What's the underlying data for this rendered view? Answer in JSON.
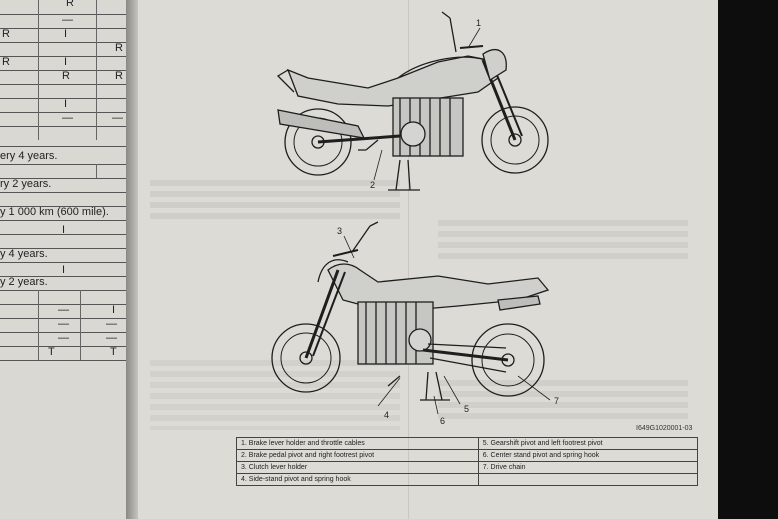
{
  "left_page": {
    "row_marks": [
      "R",
      "—",
      "I",
      "R",
      "R",
      "I",
      "I",
      "—",
      "—"
    ],
    "intervals": [
      "ery 4 years.",
      "ry 2 years.",
      "y 1 000 km (600 mile).",
      "y 4 years.",
      "y 2 years."
    ],
    "bottom_marks": [
      "—",
      "—",
      "—",
      "T"
    ],
    "bottom_marks_right": [
      "I",
      "—",
      "—",
      "T"
    ]
  },
  "figure": {
    "code": "I649G1020001-03",
    "callouts": [
      "1",
      "2",
      "3",
      "4",
      "5",
      "6",
      "7"
    ],
    "legend": [
      [
        "1. Brake lever holder and throttle cables",
        "5. Gearshift pivot and left footrest pivot"
      ],
      [
        "2. Brake pedal pivot and right footrest pivot",
        "6. Center stand pivot and spring hook"
      ],
      [
        "3. Clutch lever holder",
        "7. Drive chain"
      ],
      [
        "4. Side-stand pivot and spring hook",
        ""
      ]
    ]
  }
}
